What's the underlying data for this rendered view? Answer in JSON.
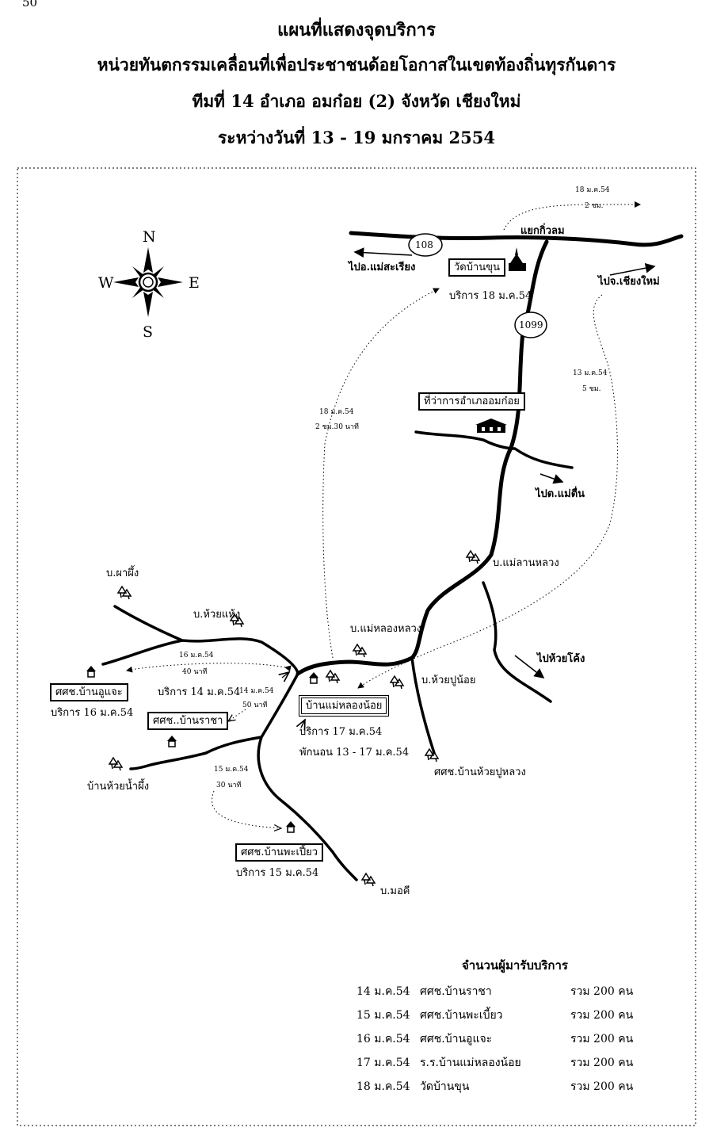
{
  "page_number": "50",
  "title": {
    "line1": "แผนที่แสดงจุดบริการ",
    "line2": "หน่วยทันตกรรมเคลื่อนที่เพื่อประชาชนด้อยโอกาสในเขตท้องถิ่นทุรกันดาร",
    "line3": "ทีมที่  14 อำเภอ อมก๋อย (2)   จังหวัด เชียงใหม่",
    "line4": "ระหว่างวันที่ 13 - 19 มกราคม 2554"
  },
  "compass": {
    "n": "N",
    "s": "S",
    "e": "E",
    "w": "W"
  },
  "roads": {
    "r108": "108",
    "r1099": "1099"
  },
  "places": {
    "yaek_kiulom": "แยกกิ่วลม",
    "to_maesariang": "ไปอ.แม่สะเรียง",
    "to_chiangmai": "ไปจ.เชียงใหม่",
    "wat_ban_khun": "วัดบ้านขุน",
    "wat_service": "บริการ 18 ม.ค.54",
    "district_office": "ที่ว่าการอำเภออมก๋อย",
    "to_maetuen": "ไปต.แม่ตื่น",
    "ban_mae_lan_luang": "บ.แม่ลานหลวง",
    "to_huai_khong": "ไปห้วยโค้ง",
    "ban_pha_phueng": "บ.ผาผึ้ง",
    "ban_huai_haeng": "บ.ห้วยแห้ง",
    "ban_mae_long_luang": "บ.แม่หลองหลวง",
    "ban_huai_pu_noi": "บ.ห้วยปูน้อย",
    "school_u_jae": "ศศช.บ้านอูแจะ",
    "u_jae_service": "บริการ 16 ม.ค.54",
    "mae_long_noi_service": "บริการ 14 ม.ค.54",
    "school_racha": "ศศช..บ้านราชา",
    "mae_long_noi": "บ้านแม่หลองน้อย",
    "mae_long_noi_service2": "บริการ 17 ม.ค.54",
    "mae_long_noi_stay": "พักนอน 13 - 17  ม.ค.54",
    "ban_huai_nam_phueng": "บ้านห้วยน้ำผึ้ง",
    "school_huai_pu_luang": "ศศช.บ้านห้วยปูหลวง",
    "school_pha_pieo": "ศศช.บ้านพะเปี้ยว",
    "pha_pieo_service": "บริการ 15 ม.ค.54",
    "ban_mo_khi": "บ.มอคี"
  },
  "trips": {
    "t18_top_date": "18 ม.ค.54",
    "t18_top_time": "2 ชม.",
    "t13_date": "13 ม.ค.54",
    "t13_time": "5 ชม.",
    "t18_mid_date": "18 ม.ค.54",
    "t18_mid_time": "2 ชม.30 นาที",
    "t16_date": "16 ม.ค.54",
    "t16_time": "40 นาที",
    "t14_date": "14 ม.ค.54",
    "t14_time": "50 นาที",
    "t15_date": "15 ม.ค.54",
    "t15_time": "30 นาที"
  },
  "summary": {
    "heading": "จำนวนผู้มารับบริการ",
    "rows": [
      {
        "date": "14 ม.ค.54",
        "place": "ศศช.บ้านราชา",
        "count": "รวม 200 คน"
      },
      {
        "date": "15 ม.ค.54",
        "place": "ศศช.บ้านพะเบี้ยว",
        "count": "รวม 200 คน"
      },
      {
        "date": "16 ม.ค.54",
        "place": "ศศช.บ้านอูแจะ",
        "count": "รวม 200 คน"
      },
      {
        "date": "17 ม.ค.54",
        "place": "ร.ร.บ้านแม่หลองน้อย",
        "count": "รวม 200 คน"
      },
      {
        "date": "18 ม.ค.54",
        "place": "วัดบ้านขุน",
        "count": "รวม 200 คน"
      }
    ]
  }
}
